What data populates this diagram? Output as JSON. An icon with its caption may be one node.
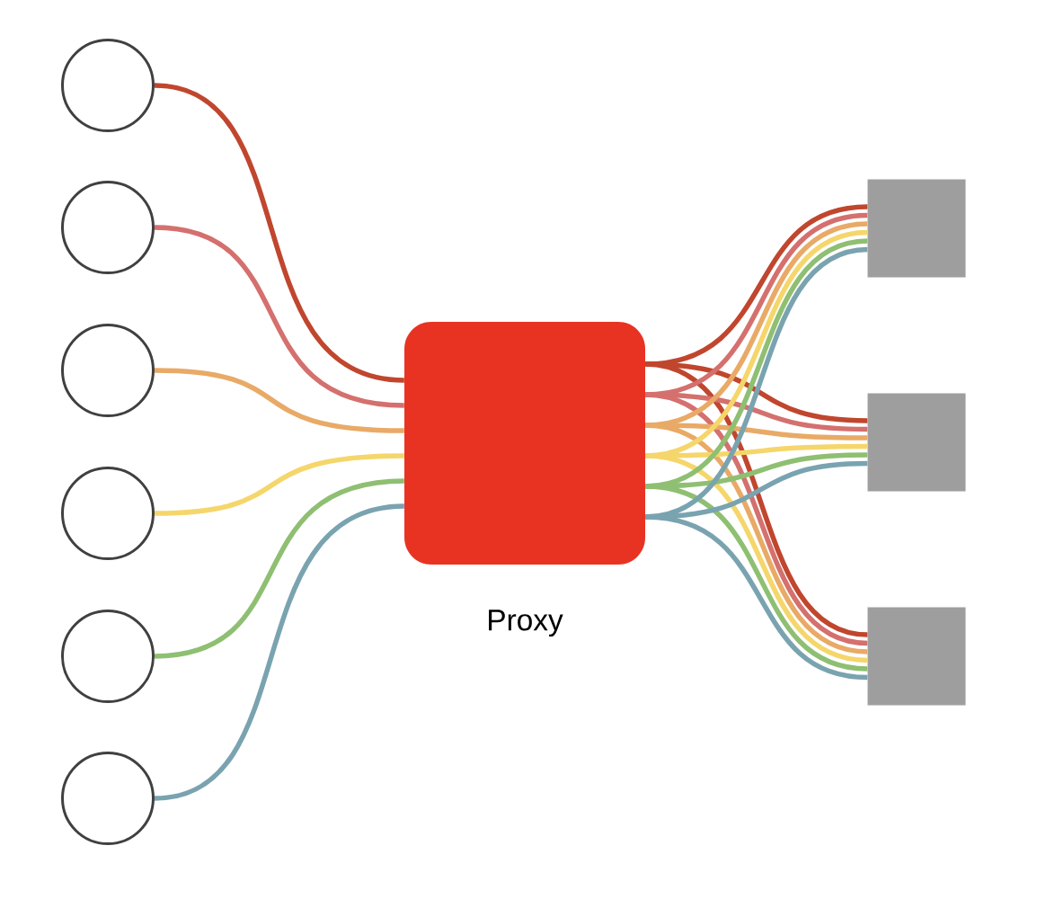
{
  "diagram": {
    "nodes": [
      {
        "text": [],
        "shape": "circle"
      },
      {
        "text": [],
        "shape": "circle"
      },
      {
        "text": [],
        "shape": "circle"
      },
      {
        "text": [],
        "shape": "circle"
      },
      {
        "text": [],
        "shape": "circle"
      },
      {
        "text": [],
        "shape": "circle"
      },
      {
        "text": [],
        "shape": "box",
        "beside": [
          "Proxy"
        ]
      },
      {
        "text": [],
        "shape": "box"
      },
      {
        "text": [],
        "shape": "box"
      },
      {
        "text": [],
        "shape": "box"
      }
    ],
    "edges": [
      {
        "from": 0,
        "to": 6,
        "arrow": "none",
        "color": "#c0462e"
      },
      {
        "from": 1,
        "to": 6,
        "arrow": "none",
        "color": "#d4706e"
      },
      {
        "from": 2,
        "to": 6,
        "arrow": "none",
        "color": "#e8aa66"
      },
      {
        "from": 3,
        "to": 6,
        "arrow": "none",
        "color": "#f5d66b"
      },
      {
        "from": 4,
        "to": 6,
        "arrow": "none",
        "color": "#8fbf72"
      },
      {
        "from": 5,
        "to": 6,
        "arrow": "none",
        "color": "#7aa3b0"
      },
      {
        "from": 6,
        "to": 7,
        "arrow": "none",
        "color": "#c0462e"
      },
      {
        "from": 6,
        "to": 8,
        "arrow": "none",
        "color": "#c0462e"
      },
      {
        "from": 6,
        "to": 9,
        "arrow": "none",
        "color": "#c0462e"
      },
      {
        "from": 6,
        "to": 7,
        "arrow": "none",
        "color": "#d4706e"
      },
      {
        "from": 6,
        "to": 8,
        "arrow": "none",
        "color": "#d4706e"
      },
      {
        "from": 6,
        "to": 9,
        "arrow": "none",
        "color": "#d4706e"
      },
      {
        "from": 6,
        "to": 7,
        "arrow": "none",
        "color": "#e8aa66"
      },
      {
        "from": 6,
        "to": 8,
        "arrow": "none",
        "color": "#e8aa66"
      },
      {
        "from": 6,
        "to": 9,
        "arrow": "none",
        "color": "#e8aa66"
      },
      {
        "from": 6,
        "to": 7,
        "arrow": "none",
        "color": "#f5d66b"
      },
      {
        "from": 6,
        "to": 8,
        "arrow": "none",
        "color": "#f5d66b"
      },
      {
        "from": 6,
        "to": 9,
        "arrow": "none",
        "color": "#f5d66b"
      },
      {
        "from": 6,
        "to": 7,
        "arrow": "none",
        "color": "#8fbf72"
      },
      {
        "from": 6,
        "to": 8,
        "arrow": "none",
        "color": "#8fbf72"
      },
      {
        "from": 6,
        "to": 9,
        "arrow": "none",
        "color": "#8fbf72"
      },
      {
        "from": 6,
        "to": 7,
        "arrow": "none",
        "color": "#7aa3b0"
      },
      {
        "from": 6,
        "to": 8,
        "arrow": "none",
        "color": "#7aa3b0"
      },
      {
        "from": 6,
        "to": 9,
        "arrow": "none",
        "color": "#7aa3b0"
      }
    ]
  }
}
